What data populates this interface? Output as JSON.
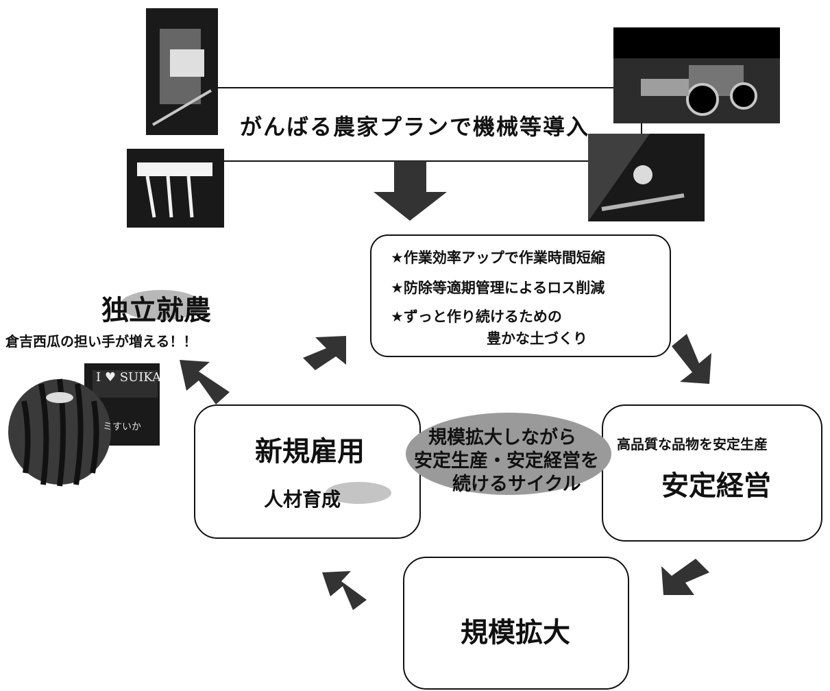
{
  "top_title": "がんばる農家プランで機械等導入",
  "bullets": [
    "★作業効率アップで作業時間短縮",
    "★防除等適期管理によるロス削減",
    "★ずっと作り続けるための",
    "豊かな土づくり"
  ],
  "independent": {
    "title": "独立就農",
    "subtitle": "倉吉西瓜の担い手が増える！！"
  },
  "left_box": {
    "line1": "新規雇用",
    "line2": "人材育成"
  },
  "center": {
    "line1": "規模拡大しながら",
    "line2": "安定生産・安定経営を",
    "line3": "続けるサイクル"
  },
  "right_box": {
    "caption": "高品質な品物を安定生産",
    "title": "安定経営"
  },
  "bottom_box": {
    "title": "規模拡大"
  },
  "watermelon": {
    "logo": "I ♥ SUIKA",
    "label": "ミすいか"
  },
  "colors": {
    "arrow": "#333333",
    "ellipse": "#9a9a9a",
    "photo": "#222222"
  }
}
